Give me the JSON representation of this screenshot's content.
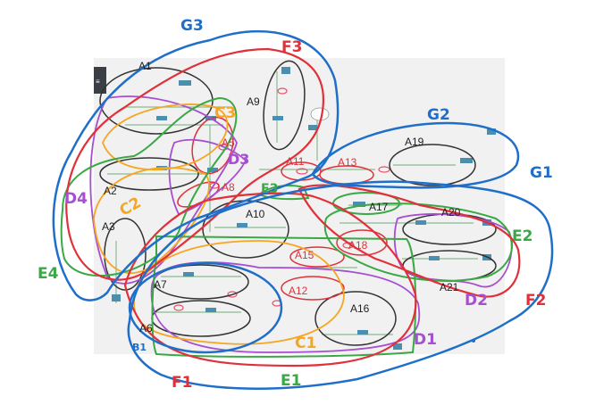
{
  "canvas": {
    "background": "#f1f1f1",
    "menu_glyph": "≡"
  },
  "node_labels": {
    "A1": "A1",
    "A2": "A2",
    "A3": "A3",
    "A5": "A5",
    "A7": "A7",
    "A8": "A8",
    "A9": "A9",
    "A10": "A10",
    "A11": "A11",
    "A12": "A12",
    "A13": "A13",
    "A15": "A15",
    "A16": "A16",
    "A17": "A17",
    "A18": "A18",
    "A19": "A19",
    "A20": "A20",
    "A21": "A21",
    "A6": "A6"
  },
  "group_labels": {
    "G1": "G1",
    "G2": "G2",
    "G3": "G3",
    "F1": "F1",
    "F2": "F2",
    "F3": "F3",
    "E1": "E1",
    "E2": "E2",
    "E3": "E3",
    "E4": "E4",
    "D1": "D1",
    "D2": "D2",
    "D3": "D3",
    "D4": "D4",
    "C1": "C1",
    "C2": "C2",
    "C3": "C3",
    "B1": "B1"
  },
  "colors": {
    "blue": "#1f6fc9",
    "red": "#e0313a",
    "green": "#3aa845",
    "orange": "#f5a623",
    "purple": "#a64fd0",
    "black": "#333333",
    "pink": "#e8506a",
    "device": "#4a8fb0"
  }
}
